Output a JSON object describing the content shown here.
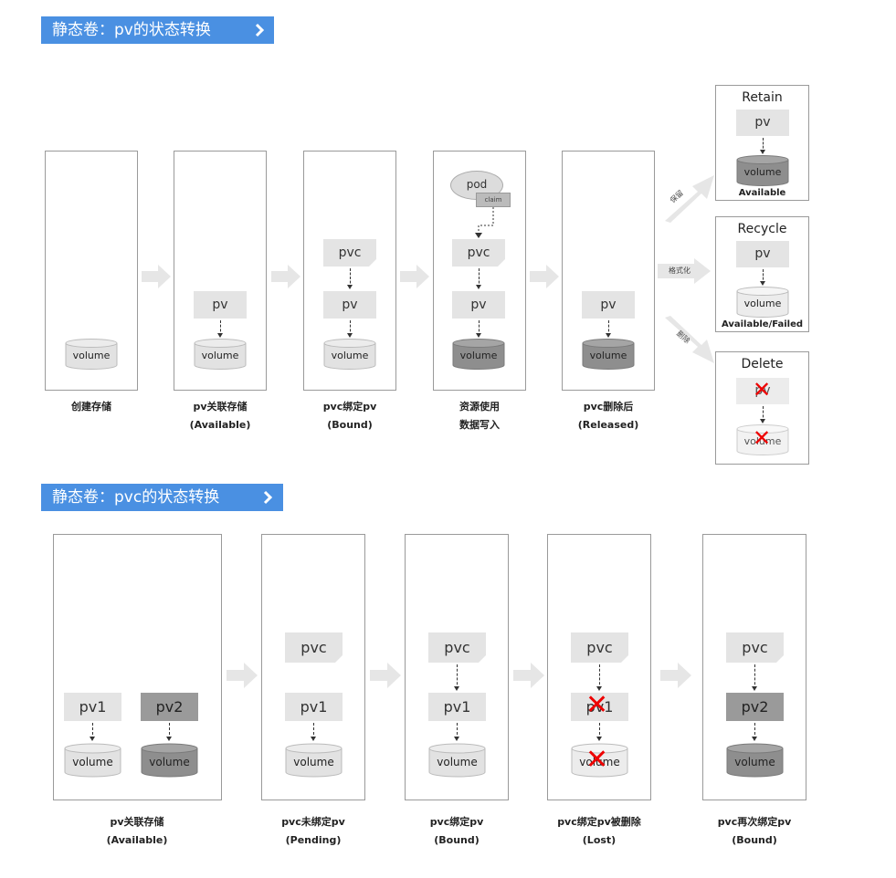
{
  "sections": {
    "pv_title": "静态卷：pv的状态转换",
    "pvc_title": "静态卷：pvc的状态转换"
  },
  "pv_flow": {
    "stages": [
      {
        "caption_line1": "创建存储",
        "caption_line2": ""
      },
      {
        "caption_line1": "pv关联存储",
        "caption_line2": "(Available)"
      },
      {
        "caption_line1": "pvc绑定pv",
        "caption_line2": "(Bound)"
      },
      {
        "caption_line1": "资源使用",
        "caption_line2": "数据写入"
      },
      {
        "caption_line1": "pvc删除后",
        "caption_line2": "(Released)"
      }
    ],
    "labels": {
      "pv": "pv",
      "pvc": "pvc",
      "volume": "volume",
      "pod": "pod",
      "claim": "claim"
    },
    "branches": {
      "retain_arrow": "保留",
      "format_arrow": "格式化",
      "delete_arrow": "删除",
      "retain": {
        "title": "Retain",
        "status": "Available"
      },
      "recycle": {
        "title": "Recycle",
        "status": "Available/Failed"
      },
      "delete": {
        "title": "Delete"
      }
    }
  },
  "pvc_flow": {
    "stages": [
      {
        "caption_line1": "pv关联存储",
        "caption_line2": "(Available)"
      },
      {
        "caption_line1": "pvc未绑定pv",
        "caption_line2": "(Pending)"
      },
      {
        "caption_line1": "pvc绑定pv",
        "caption_line2": "(Bound)"
      },
      {
        "caption_line1": "pvc绑定pv被删除",
        "caption_line2": "(Lost)"
      },
      {
        "caption_line1": "pvc再次绑定pv",
        "caption_line2": "(Bound)"
      }
    ],
    "labels": {
      "pv1": "pv1",
      "pv2": "pv2",
      "pvc": "pvc",
      "volume": "volume"
    }
  },
  "colors": {
    "header_bg": "#4a90e2",
    "box_light": "#e4e4e4",
    "box_dark": "#9a9a9a",
    "arrow": "#e6e6e6",
    "cross": "#ee0000"
  },
  "icons": {
    "header_chevron": "chevron-right-icon",
    "cylinder": "volume-cylinder-icon",
    "cross": "x-mark-icon"
  }
}
